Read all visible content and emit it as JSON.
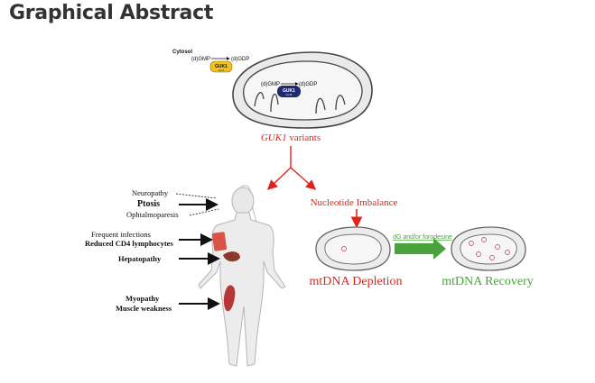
{
  "page": {
    "title": "Graphical Abstract"
  },
  "cytosol": {
    "label": "Cytosol",
    "dgmp": "(d)GMP",
    "dgdp": "(d)GDP",
    "enzyme": "GUK1",
    "enzyme_sub": "iso A"
  },
  "mito": {
    "dgmp": "(d)GMP",
    "dgdp": "(d)GDP",
    "enzyme": "GUK1",
    "enzyme_sub": "iso B"
  },
  "variants": {
    "gene": "GUK1",
    "suffix": " variants"
  },
  "symptoms": {
    "neuropathy": "Neuropathy",
    "ptosis": "Ptosis",
    "ophtalmoparesis": "Ophtalmoparesis",
    "infections": "Frequent infections",
    "lymphocytes": "Reduced CD4 lymphocytes",
    "hepatopathy": "Hepatopathy",
    "myopathy": "Myopathy",
    "weakness": "Muscle weakness"
  },
  "pathway": {
    "imbalance": "Nucleotide Imbalance",
    "treatment": "dG and/or forodesine",
    "depletion": "mtDNA Depletion",
    "recovery": "mtDNA Recovery"
  },
  "colors": {
    "red": "#e2231a",
    "green": "#4aa23c",
    "guk1_cyto": "#f2c21b",
    "guk1_mito": "#1f2a6b"
  }
}
